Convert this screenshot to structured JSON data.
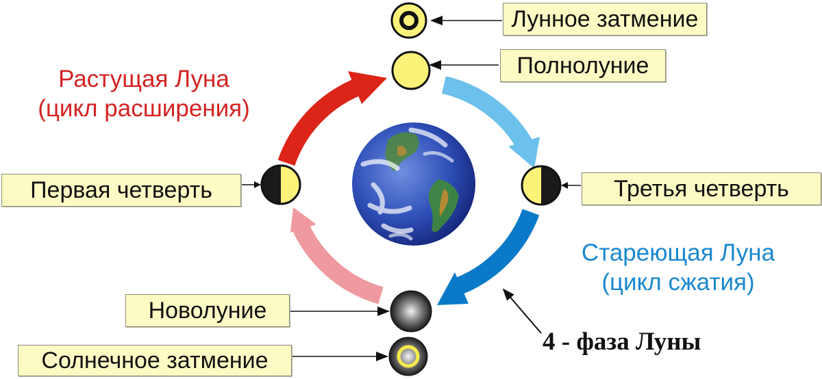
{
  "diagram": {
    "labels": {
      "lunar_eclipse": "Лунное затмение",
      "full_moon": "Полнолуние",
      "first_quarter": "Первая четверть",
      "third_quarter": "Третья четверть",
      "new_moon": "Новолуние",
      "solar_eclipse": "Солнечное затмение"
    },
    "waxing": {
      "line1": "Растущая Луна",
      "line2": "(цикл расширения)",
      "color": "#d42222"
    },
    "waning": {
      "line1": "Стареющая Луна",
      "line2": "(цикл сжатия)",
      "color": "#1a88cf"
    },
    "caption": "4 - фаза Луны",
    "colors": {
      "label_fill": "#fdfbc4",
      "moon_yellow": "#fbf27a",
      "arrow_red": "#dc2418",
      "arrow_pink": "#ee9aa0",
      "arrow_light_blue": "#6cc0ec",
      "arrow_blue": "#0a7ac8"
    },
    "center_object": "Earth"
  }
}
